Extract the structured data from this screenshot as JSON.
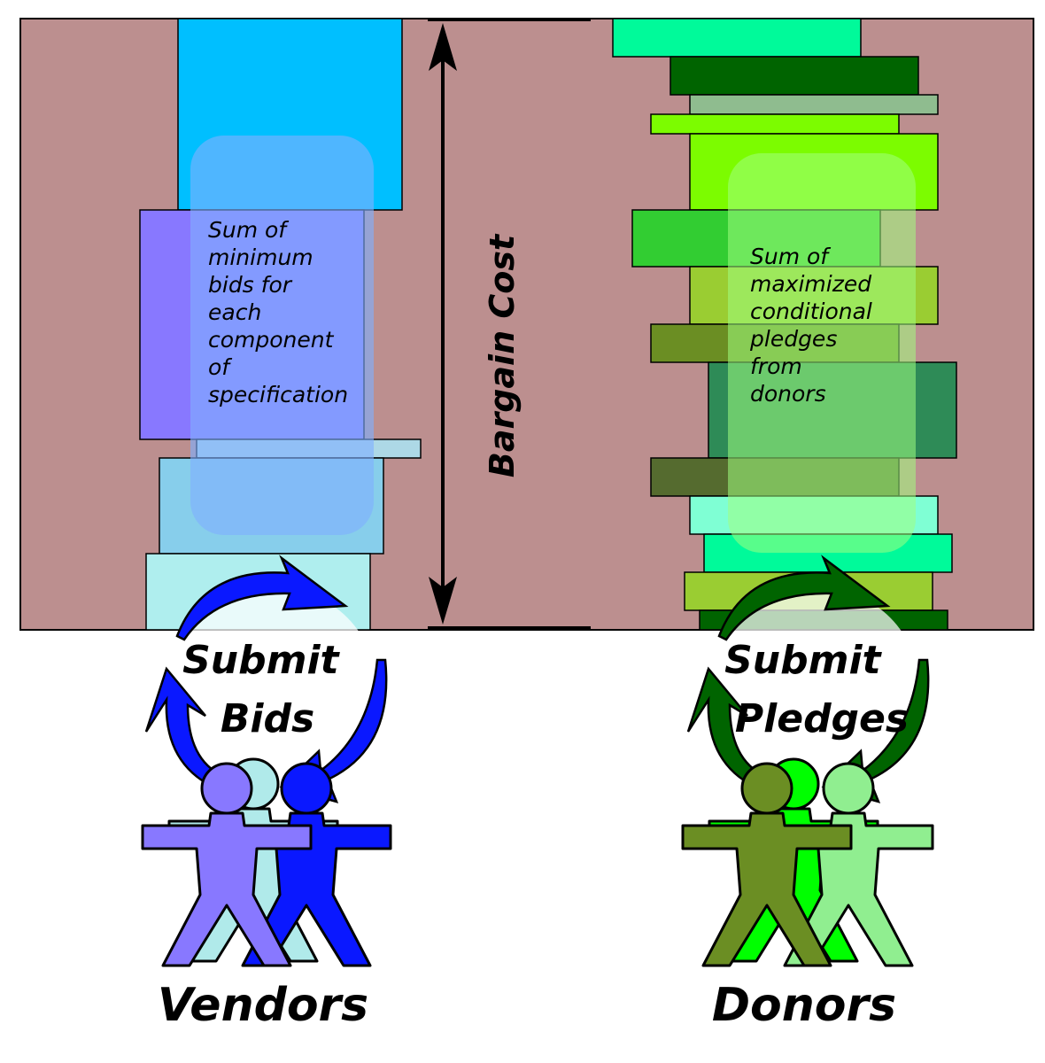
{
  "vendor_note": {
    "lines": [
      "Sum of",
      "minimum",
      "bids for",
      "each",
      "component",
      "of",
      "specification"
    ]
  },
  "donor_note": {
    "lines": [
      "Sum of",
      "maximized",
      "conditional",
      "pledges",
      "from",
      "donors"
    ]
  },
  "axis_label": "Bargain Cost",
  "vendor_action": {
    "lines": [
      "Submit",
      "Bids"
    ]
  },
  "donor_action": {
    "lines": [
      "Submit",
      "Pledges"
    ]
  },
  "vendors_label": "Vendors",
  "donors_label": "Donors",
  "colors": {
    "panel_bg": "#bc8f8f",
    "vendor_note_fill": "#7fb0ff",
    "donor_note_fill": "#a0ff80",
    "vendor_arrow": "#0a18ff",
    "donor_arrow": "#006400",
    "vendor_people": [
      "#8878ff",
      "#b0eaea",
      "#0a18ff"
    ],
    "donor_people": [
      "#6b8e23",
      "#00ff00",
      "#90ee90"
    ]
  },
  "icons": [
    "double-headed-arrow-icon",
    "circular-arrow-icon",
    "people-group-icon"
  ]
}
